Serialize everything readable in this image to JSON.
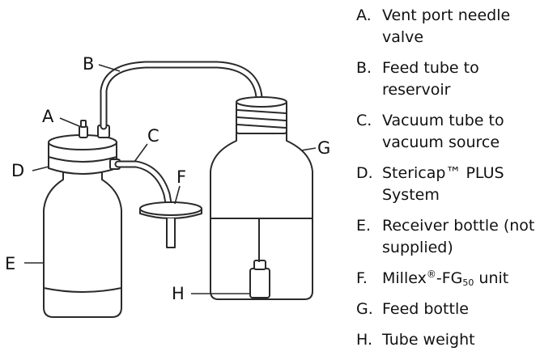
{
  "callouts": [
    "A",
    "B",
    "C",
    "D",
    "E",
    "F",
    "G",
    "H"
  ],
  "legend": [
    {
      "letter": "A.",
      "text": "Vent port needle valve"
    },
    {
      "letter": "B.",
      "text": "Feed tube to reservoir"
    },
    {
      "letter": "C.",
      "text": "Vacuum tube to vacuum source"
    },
    {
      "letter": "D.",
      "text": "Stericap™ PLUS System"
    },
    {
      "letter": "E.",
      "text": "Receiver bottle (not supplied)"
    },
    {
      "letter": "F.",
      "text_pre": "Millex",
      "text_sup": "®",
      "text_mid": "-FG",
      "text_sub": "50",
      "text_post": " unit"
    },
    {
      "letter": "G.",
      "text": "Feed bottle"
    },
    {
      "letter": "H.",
      "text": "Tube weight"
    }
  ],
  "colors": {
    "line": "#2a2a2a",
    "fill": "#ffffff",
    "text": "#111111"
  }
}
